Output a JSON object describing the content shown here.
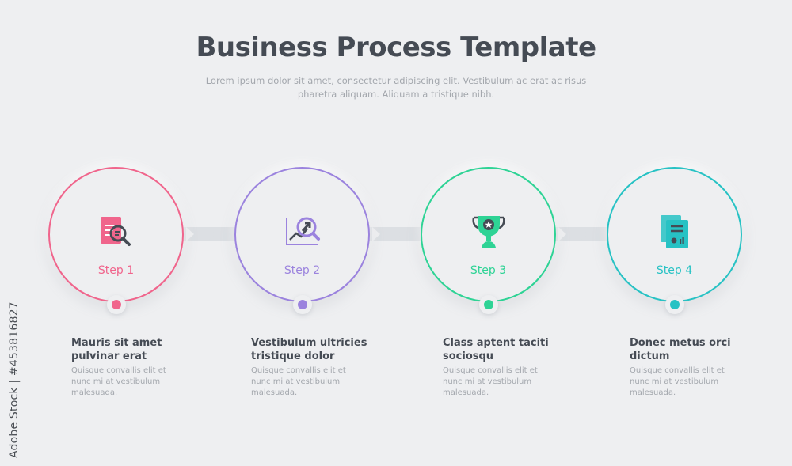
{
  "header": {
    "title": "Business Process Template",
    "subtitle": "Lorem ipsum dolor sit amet, consectetur adipiscing elit. Vestibulum ac erat ac risus pharetra aliquam. Aliquam a tristique nibh."
  },
  "steps": [
    {
      "label": "Step 1",
      "color": "#f0658c",
      "icon": "document-search-icon",
      "title": "Mauris sit amet pulvinar erat",
      "text": "Quisque convallis elit et nunc mi at vestibulum malesuada."
    },
    {
      "label": "Step 2",
      "color": "#9b83de",
      "icon": "growth-analysis-icon",
      "title": "Vestibulum ultricies tristique dolor",
      "text": "Quisque convallis elit et nunc mi at vestibulum malesuada."
    },
    {
      "label": "Step 3",
      "color": "#2ed395",
      "icon": "trophy-icon",
      "title": "Class aptent taciti sociosqu",
      "text": "Quisque convallis elit et nunc mi at vestibulum malesuada."
    },
    {
      "label": "Step 4",
      "color": "#27c2c4",
      "icon": "documents-icon",
      "title": "Donec metus orci dictum",
      "text": "Quisque convallis elit et nunc mi at vestibulum malesuada."
    }
  ],
  "watermark": "Adobe Stock | #453816827"
}
